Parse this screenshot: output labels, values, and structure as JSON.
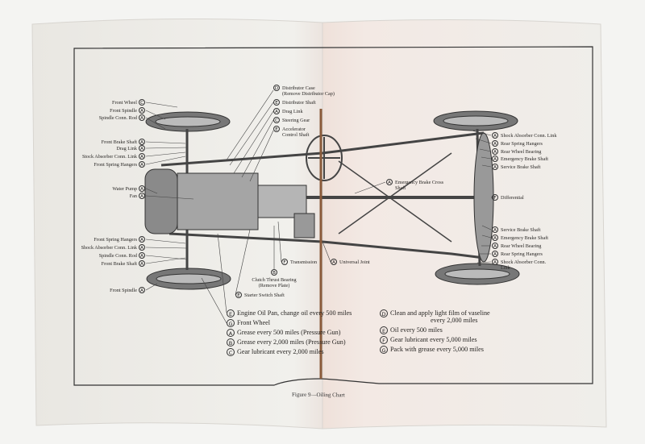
{
  "diagram": {
    "caption": "Figure 9—Oiling Chart",
    "left_labels": [
      {
        "text": "Front Wheel",
        "key": "C"
      },
      {
        "text": "Front Spindle",
        "key": "A"
      },
      {
        "text": "Spindle Conn. Rod",
        "key": "A"
      },
      {
        "text": "Front Brake Shaft",
        "key": "A"
      },
      {
        "text": "Drag Link",
        "key": "A"
      },
      {
        "text": "Stock Absorber Conn. Link",
        "key": "A"
      },
      {
        "text": "Front Spring Hangers",
        "key": "A"
      },
      {
        "text": "Water Pump",
        "key": "A"
      },
      {
        "text": "Fan",
        "key": "A"
      },
      {
        "text": "Front Spring Hangers",
        "key": "A"
      },
      {
        "text": "Shock Absorber Conn. Link",
        "key": "A"
      },
      {
        "text": "Spindle Conn. Rod",
        "key": "A"
      },
      {
        "text": "Front Brake Shaft",
        "key": "A"
      },
      {
        "text": "Front Spindle",
        "key": "A"
      }
    ],
    "top_labels": [
      {
        "text": "Distributor Case",
        "text2": "(Remove Distributor Cap)",
        "key": "D"
      },
      {
        "text": "Distributor Shaft",
        "key": "E"
      },
      {
        "text": "Drag Link",
        "key": "A"
      },
      {
        "text": "Steering Gear",
        "key": "C"
      },
      {
        "text": "Accelerator",
        "text2": "Control Shaft",
        "key": "E"
      }
    ],
    "right_labels": [
      {
        "text": "Shock Absorber Conn. Link",
        "key": "A"
      },
      {
        "text": "Rear Spring Hangers",
        "key": "A"
      },
      {
        "text": "Rear Wheel Bearing",
        "key": "A"
      },
      {
        "text": "Emergency Brake Shaft",
        "key": "A"
      },
      {
        "text": "Service Brake Shaft",
        "key": "A"
      },
      {
        "text": "Differential",
        "key": "F"
      },
      {
        "text": "Service Brake Shaft",
        "key": "A"
      },
      {
        "text": "Emergency Brake Shaft",
        "key": "A"
      },
      {
        "text": "Rear Wheel Bearing",
        "key": "A"
      },
      {
        "text": "Rear Spring Hangers",
        "key": "A"
      },
      {
        "text": "Shock Absorber Conn.",
        "text2": "Link",
        "key": "A"
      }
    ],
    "center_labels": [
      {
        "text": "Emergency Brake Cross",
        "text2": "Shaft",
        "key": "A"
      },
      {
        "text": "Transmission",
        "key": "F"
      },
      {
        "text": "Universal Joint",
        "key": "A"
      },
      {
        "text": "Clutch Thrust Bearing",
        "text2": "(Remove Plate)",
        "key": "B"
      },
      {
        "text": "Starter Switch Shaft",
        "key": "E"
      }
    ]
  },
  "legend": {
    "left": [
      {
        "key": "E",
        "text": "Engine Oil Pan, change oil every 500 miles"
      },
      {
        "key": "G",
        "text": "Front Wheel"
      },
      {
        "key": "A",
        "text": "Grease every 500 miles (Pressure Gun)"
      },
      {
        "key": "B",
        "text": "Grease every 2,000 miles (Pressure Gun)"
      },
      {
        "key": "C",
        "text": "Gear lubricant every 2,000 miles"
      }
    ],
    "right": [
      {
        "key": "D",
        "text": "Clean and apply light film of vaseline",
        "text2": "every 2,000 miles"
      },
      {
        "key": "E",
        "text": "Oil every 500 miles"
      },
      {
        "key": "F",
        "text": "Gear lubricant every 5,000 miles"
      },
      {
        "key": "G",
        "text": "Pack with grease every 5,000 miles"
      }
    ]
  }
}
